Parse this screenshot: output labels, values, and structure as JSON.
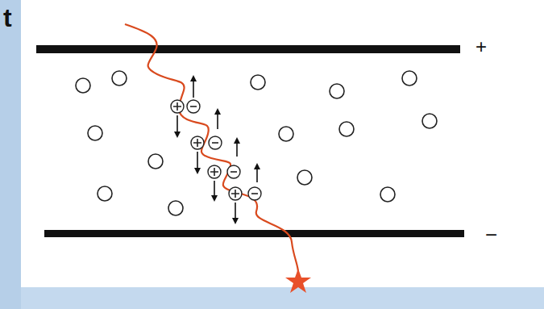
{
  "diagram": {
    "labels": [
      "t",
      "+",
      "−"
    ]
  }
}
